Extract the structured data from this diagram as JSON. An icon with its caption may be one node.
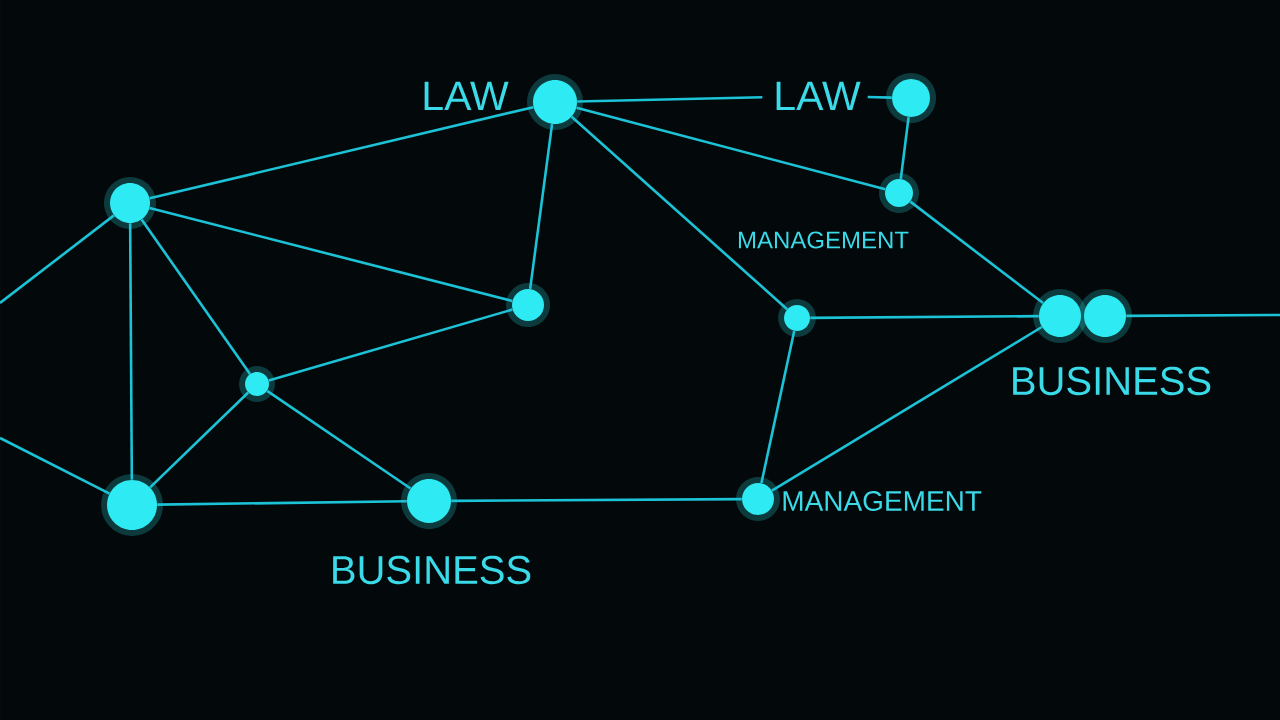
{
  "diagram": {
    "nodes": [
      {
        "text": [],
        "shape": "circle"
      },
      {
        "text": [],
        "shape": "circle",
        "beside": [
          "LAW"
        ]
      },
      {
        "text": [
          "LAW"
        ]
      },
      {
        "text": [],
        "shape": "circle"
      },
      {
        "text": [],
        "shape": "circle"
      },
      {
        "text": [],
        "shape": "circle"
      },
      {
        "text": [],
        "shape": "circle"
      },
      {
        "text": [],
        "shape": "circle"
      },
      {
        "text": [],
        "shape": "circle",
        "beside": [
          "BUSINESS"
        ]
      },
      {
        "text": [],
        "shape": "circle"
      },
      {
        "text": [],
        "shape": "circle"
      },
      {
        "text": [],
        "shape": "circle",
        "beside": [
          "BUSINESS"
        ]
      },
      {
        "text": [],
        "shape": "circle",
        "beside": [
          "MANAGEMENT"
        ]
      }
    ],
    "edges": [
      {
        "from": null,
        "to": 0,
        "arrow": "none"
      },
      {
        "from": 0,
        "to": 1,
        "arrow": "none"
      },
      {
        "from": 0,
        "to": 5,
        "arrow": "none"
      },
      {
        "from": 0,
        "to": 9,
        "arrow": "none"
      },
      {
        "from": 0,
        "to": 10,
        "arrow": "none"
      },
      {
        "from": 1,
        "to": 2,
        "arrow": "none"
      },
      {
        "from": 2,
        "to": 3,
        "arrow": "none"
      },
      {
        "from": 1,
        "to": 5,
        "arrow": "none"
      },
      {
        "from": 1,
        "to": 4,
        "arrow": "none"
      },
      {
        "from": 1,
        "to": 6,
        "arrow": "none"
      },
      {
        "from": 3,
        "to": 4,
        "arrow": "none"
      },
      {
        "from": 4,
        "to": 7,
        "arrow": "none"
      },
      {
        "from": 6,
        "to": 7,
        "arrow": "none"
      },
      {
        "from": 8,
        "to": null,
        "arrow": "none"
      },
      {
        "from": 6,
        "to": 12,
        "arrow": "none"
      },
      {
        "from": 12,
        "to": 7,
        "arrow": "none"
      },
      {
        "from": 9,
        "to": 5,
        "arrow": "none"
      },
      {
        "from": 9,
        "to": 10,
        "arrow": "none"
      },
      {
        "from": 9,
        "to": 11,
        "arrow": "none"
      },
      {
        "from": null,
        "to": 10,
        "arrow": "none"
      },
      {
        "from": 10,
        "to": 11,
        "arrow": "none"
      },
      {
        "from": 11,
        "to": 12,
        "arrow": "none"
      }
    ],
    "labels": [
      "MANAGEMENT"
    ]
  }
}
